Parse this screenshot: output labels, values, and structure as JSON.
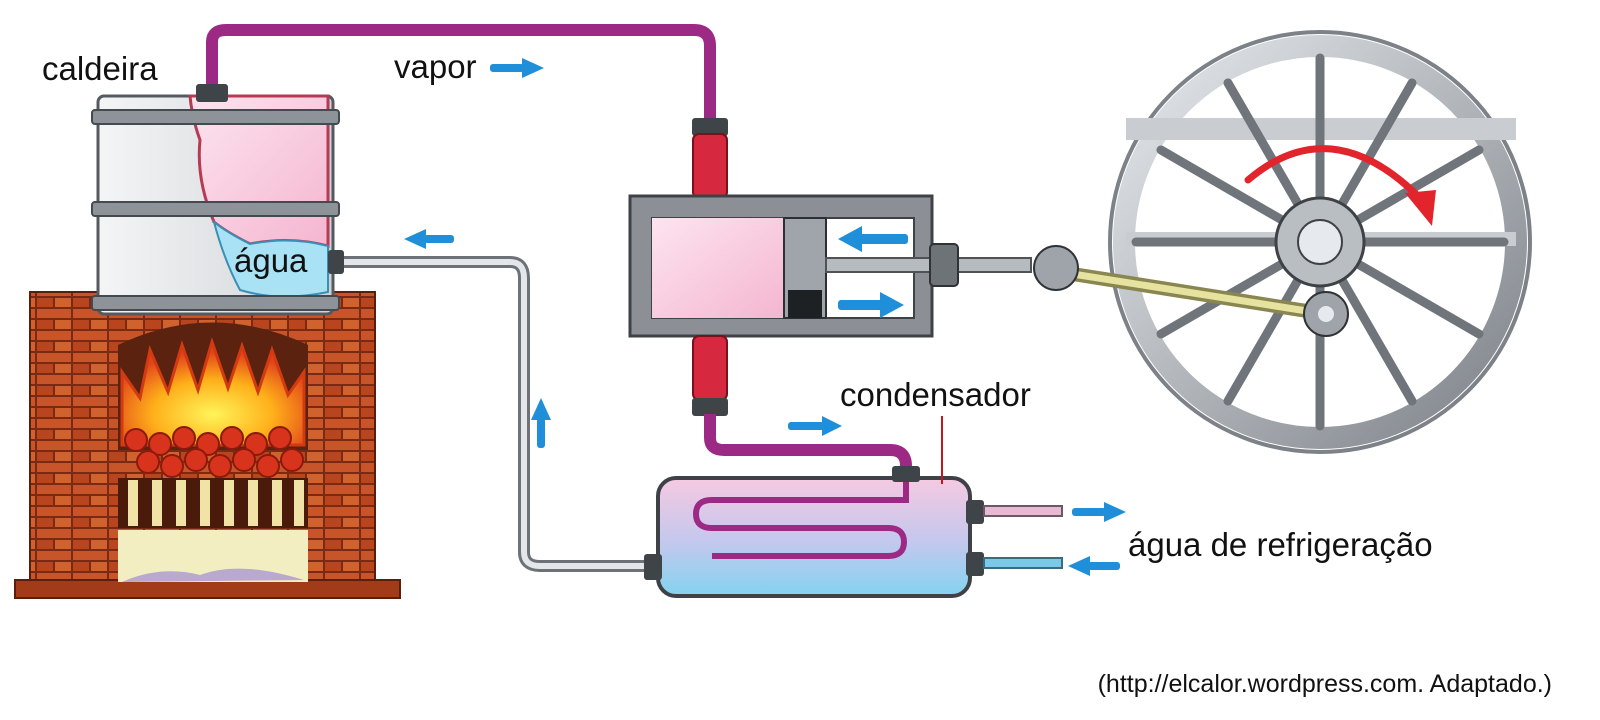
{
  "labels": {
    "boiler": "caldeira",
    "steam": "vapor",
    "water": "água",
    "condenser": "condensador",
    "cooling_water": "água de refrigeração"
  },
  "source": "(http://elcalor.wordpress.com. Adaptado.)",
  "colors": {
    "steam_pipe": "#9c2a84",
    "water_pipe": "#c9cdd2",
    "flow_arrow": "#1e8fd8",
    "rotation_arrow": "#e2242c",
    "fire": "#f39a12",
    "brick": "#b8451e",
    "cylinder": "#8c9096",
    "condenser_water": "#8ed7ef",
    "connecting_rod": "#d8d27a"
  },
  "icons": [
    "flow-arrow-icon",
    "rotation-arrow-icon"
  ]
}
